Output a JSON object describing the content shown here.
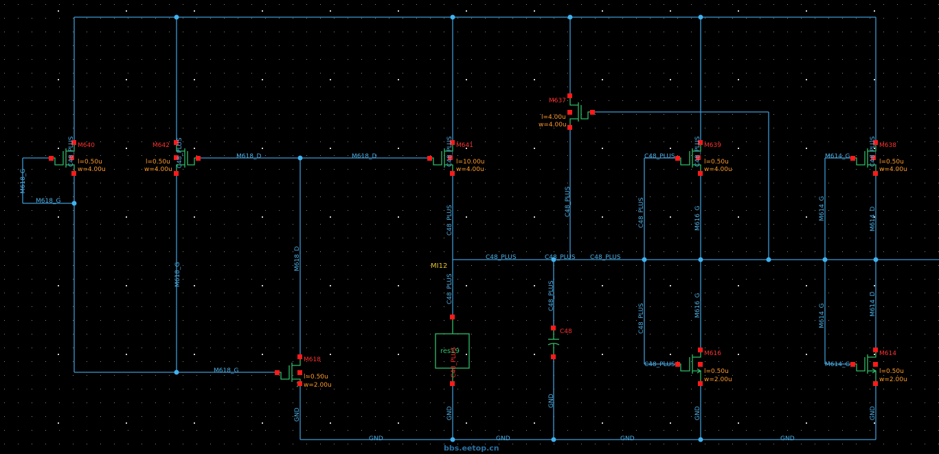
{
  "instance": "MI12",
  "watermark": "bbs.eetop.cn",
  "mosfets": [
    {
      "id": "M640",
      "name": "M640",
      "l": "l=0.50u",
      "w": "w=4.00u",
      "term": "C48_PLUS"
    },
    {
      "id": "M642",
      "name": "M642",
      "l": "l=0.50u",
      "w": "w=4.00u",
      "term": "C48_PLUS"
    },
    {
      "id": "M641",
      "name": "M641",
      "l": "l=10.00u",
      "w": "w=4.00u",
      "term": "C48_PLUS"
    },
    {
      "id": "M637",
      "name": "M637",
      "l": "l=4.00u",
      "w": "w=4.00u",
      "term": ""
    },
    {
      "id": "M639",
      "name": "M639",
      "l": "l=0.50u",
      "w": "w=4.00u",
      "term": "C48_PLUS"
    },
    {
      "id": "M638",
      "name": "M638",
      "l": "l=0.50u",
      "w": "w=4.00u",
      "term": "C48_PLUS"
    },
    {
      "id": "M618",
      "name": "M618",
      "l": "l=0.50u",
      "w": "w=2.00u",
      "term": ""
    },
    {
      "id": "M616",
      "name": "M616",
      "l": "l=0.50u",
      "w": "w=2.00u",
      "term": ""
    },
    {
      "id": "M614",
      "name": "M614",
      "l": "l=0.50u",
      "w": "w=2.00u",
      "term": ""
    }
  ],
  "resistor": {
    "name": "res19",
    "overlay": "C48_PLUS"
  },
  "capacitor": {
    "name": "C48"
  },
  "nets": {
    "m618_g": "M618_G",
    "m618_d": "M618_D",
    "c48_plus": "C48_PLUS",
    "gnd": "GND",
    "m614_g": "M614_G",
    "m614_d": "M614_D"
  }
}
